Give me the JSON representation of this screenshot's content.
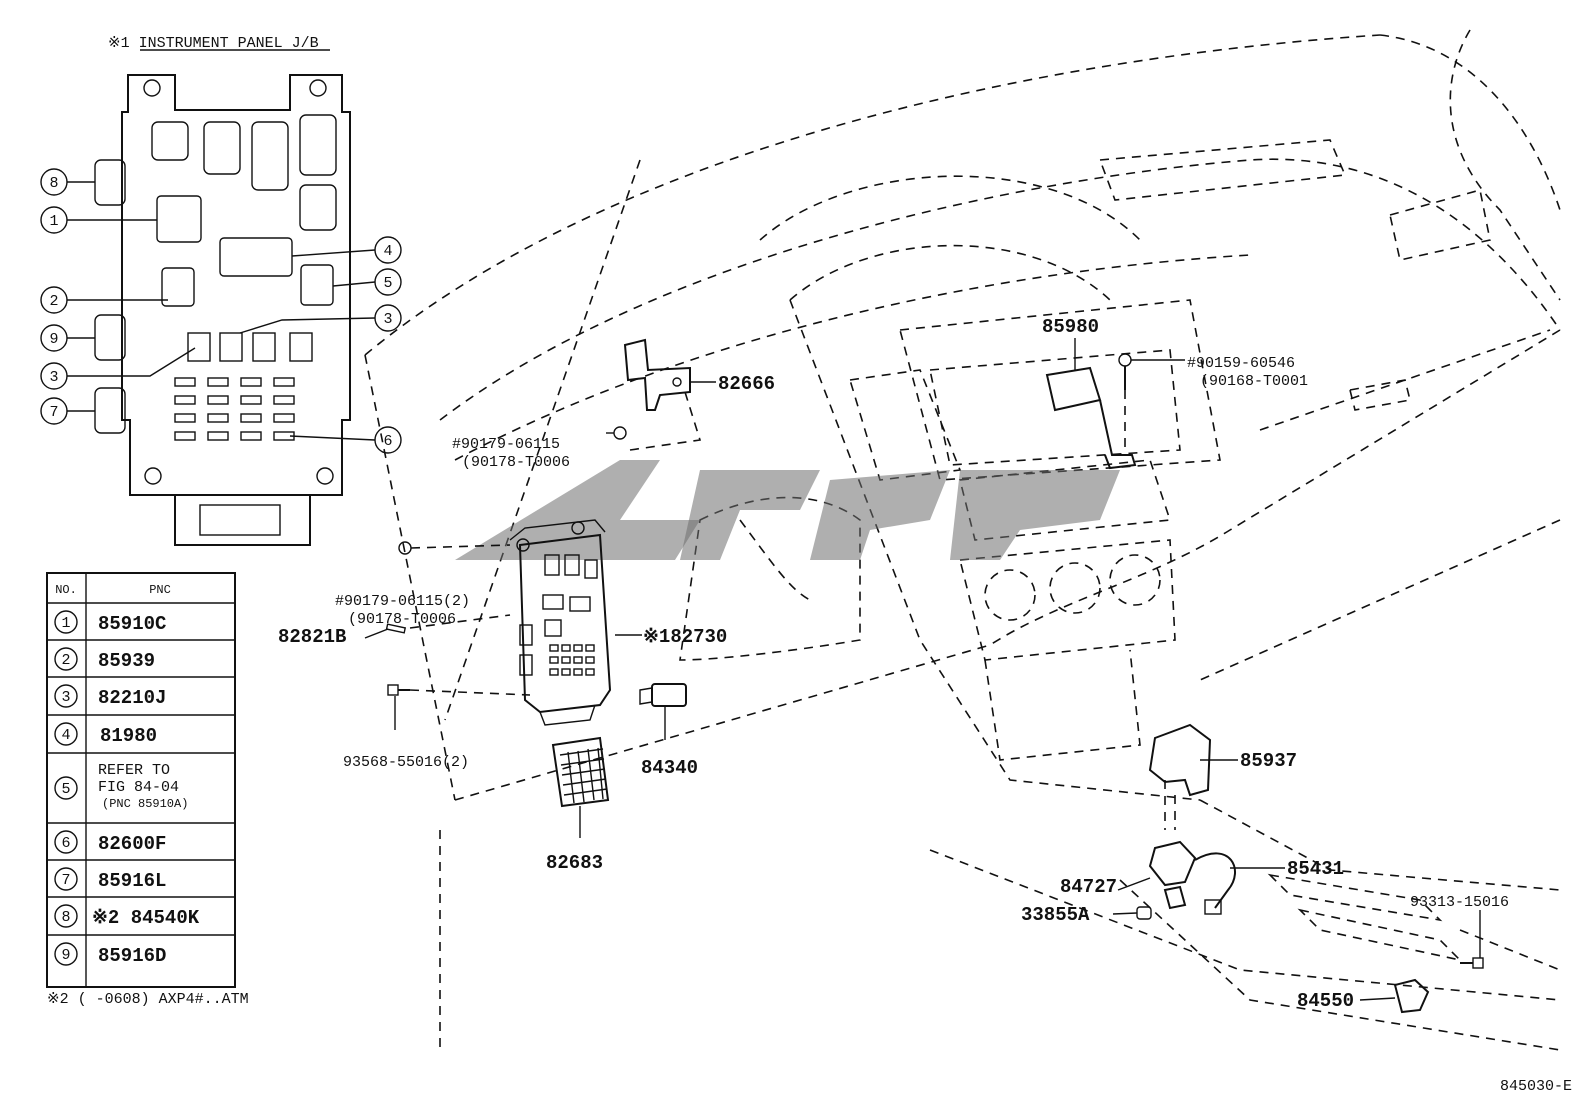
{
  "panel_title": "※1 INSTRUMENT PANEL J/B",
  "panel_callouts": [
    "8",
    "1",
    "4",
    "5",
    "2",
    "3",
    "9",
    "3",
    "7",
    "6"
  ],
  "table": {
    "headers": [
      "NO.",
      "PNC"
    ],
    "rows": [
      {
        "no": "1",
        "pnc": "85910C"
      },
      {
        "no": "2",
        "pnc": "85939"
      },
      {
        "no": "3",
        "pnc": "82210J"
      },
      {
        "no": "4",
        "pnc": "81980"
      },
      {
        "no": "5",
        "pnc_lines": [
          "REFER TO",
          "FIG 84-04",
          "(PNC 85910A)"
        ]
      },
      {
        "no": "6",
        "pnc": "82600F"
      },
      {
        "no": "7",
        "pnc": "85916L"
      },
      {
        "no": "8",
        "pnc": "※2 84540K"
      },
      {
        "no": "9",
        "pnc": "85916D"
      }
    ],
    "footnote": "※2 (     -0608) AXP4#..ATM"
  },
  "parts": {
    "p82666": "82666",
    "p90179_a": "#90179-06115",
    "p90178_a": "(90178-T0006",
    "p90179_b": "#90179-06115(2)",
    "p90178_b": "(90178-T0006",
    "p82821b": "82821B",
    "p82730": "※182730",
    "p93568": "93568-55016(2)",
    "p84340": "84340",
    "p82683": "82683",
    "p85980": "85980",
    "p90159": "#90159-60546",
    "p90168": "(90168-T0001",
    "p85937": "85937",
    "p85431": "85431",
    "p84727": "84727",
    "p33855a": "33855A",
    "p93313": "93313-15016",
    "p84550": "84550"
  },
  "figure_id": "845030-E"
}
